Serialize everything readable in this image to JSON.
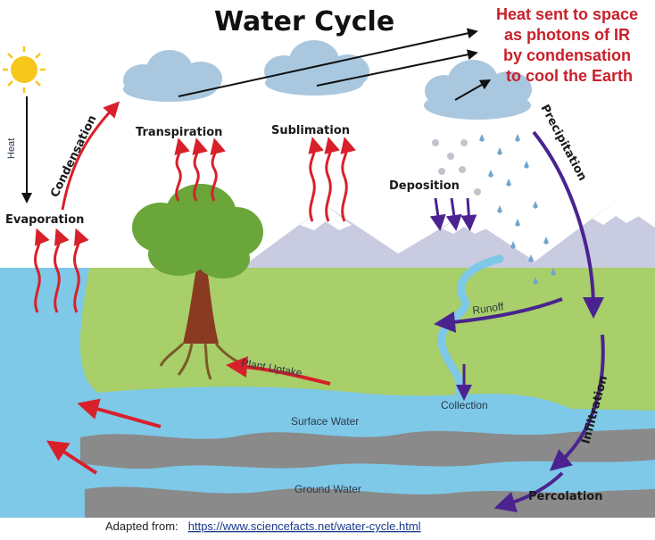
{
  "title": "Water Cycle",
  "note_lines": [
    "Heat sent to space",
    "as photons of IR",
    "by condensation",
    "to cool the Earth"
  ],
  "labels": {
    "heat": "Heat",
    "evaporation": "Evaporation",
    "condensation": "Condensation",
    "transpiration": "Transpiration",
    "sublimation": "Sublimation",
    "deposition": "Deposition",
    "precipitation": "Precipitation",
    "runoff": "Runoff",
    "plant_uptake": "Plant Uptake",
    "collection": "Collection",
    "surface_water": "Surface Water",
    "infiltration": "Infiltration",
    "ground_water": "Ground Water",
    "percolation": "Percolation"
  },
  "credit": {
    "prefix": "Adapted from:",
    "url": "https://www.sciencefacts.net/water-cycle.html"
  },
  "colors": {
    "sky": "#ffffff",
    "water": "#7ec8e8",
    "land": "#a8cf6a",
    "rock": "#8a8a8a",
    "mountain": "#c9cbe0",
    "cloud": "#a9c8df",
    "red_arrow": "#d8202a",
    "purple_arrow": "#4a2390",
    "note_text": "#c8202a",
    "sun": "#f7c71c"
  }
}
